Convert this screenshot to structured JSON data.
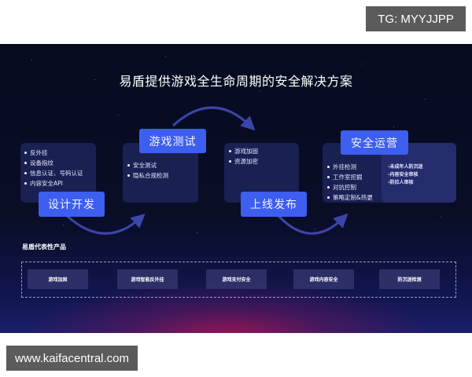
{
  "watermarks": {
    "top_right": "TG: MYYJJPP",
    "bottom_left": "www.kaifacentral.com"
  },
  "slide": {
    "title": "易盾提供游戏全生命周期的安全解决方案",
    "colors": {
      "background": "#080c22",
      "stage_button": "#3e5ef0",
      "card": "#1e2660",
      "arrow": "#3a46a8",
      "glow": "#a0145a"
    },
    "stages": [
      {
        "label": "设计开发",
        "items": [
          "反外挂",
          "设备指纹",
          "信息认证、号码认证",
          "内容安全API"
        ]
      },
      {
        "label": "游戏测试",
        "items": [
          "安全测试",
          "隐私合规检测"
        ]
      },
      {
        "label": "上线发布",
        "items": [
          "游戏加固",
          "资源加密"
        ]
      },
      {
        "label": "安全运营",
        "items": [
          "外挂检测",
          "工作室挖掘",
          "对抗控制",
          "策略定制&热更"
        ],
        "secondary_items": [
          "-未成年人防沉迷",
          "-内容安全审核",
          "-防拉人审核"
        ]
      }
    ],
    "products_section": {
      "label": "易盾代表性产品",
      "products": [
        "游戏加固",
        "游戏智能反外挂",
        "游戏支付安全",
        "游戏内容安全",
        "防沉迷检测"
      ]
    }
  }
}
